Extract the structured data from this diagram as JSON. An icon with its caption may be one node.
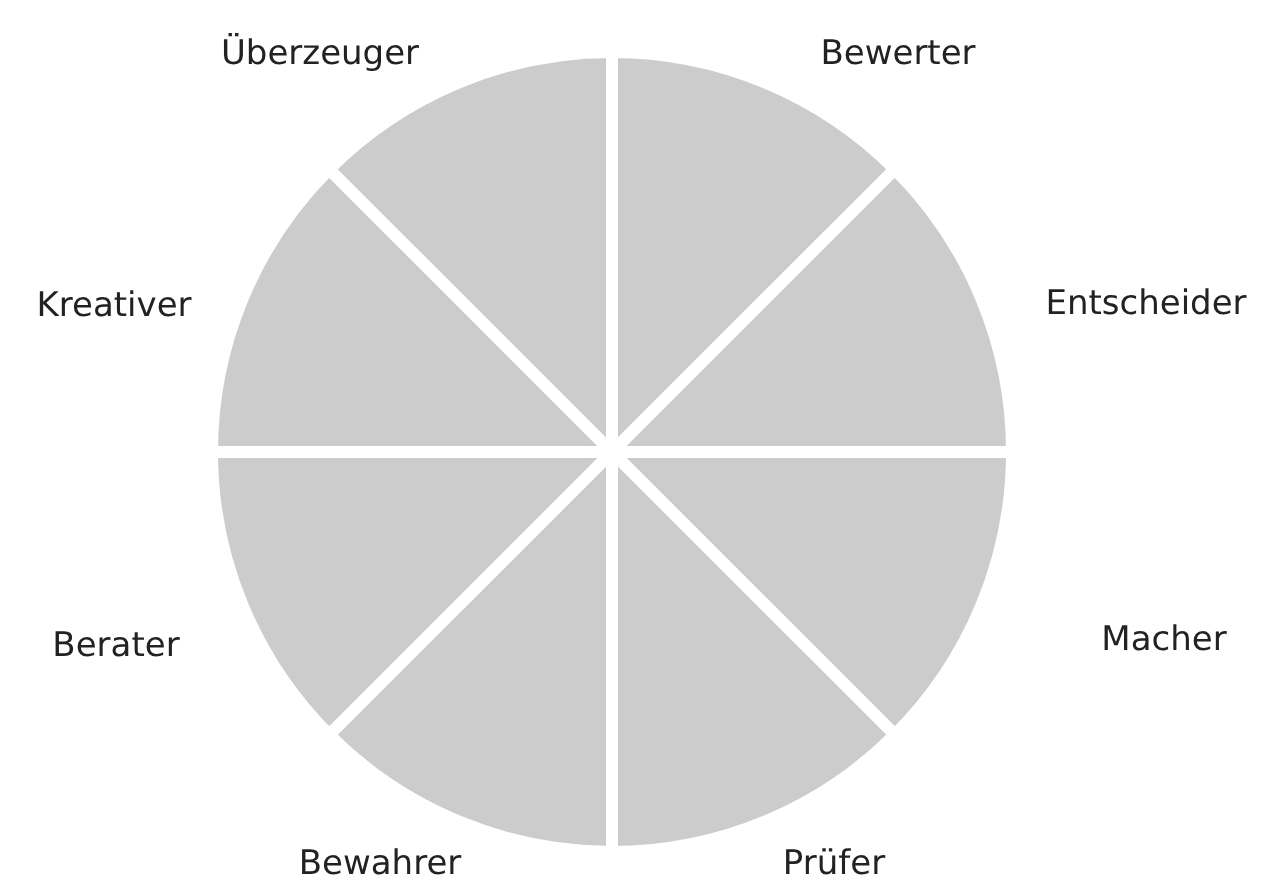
{
  "diagram": {
    "labels": [
      "Überzeuger",
      "Bewerter",
      "Kreativer",
      "Entscheider",
      "Berater",
      "Macher",
      "Bewahrer",
      "Prüfer"
    ]
  }
}
